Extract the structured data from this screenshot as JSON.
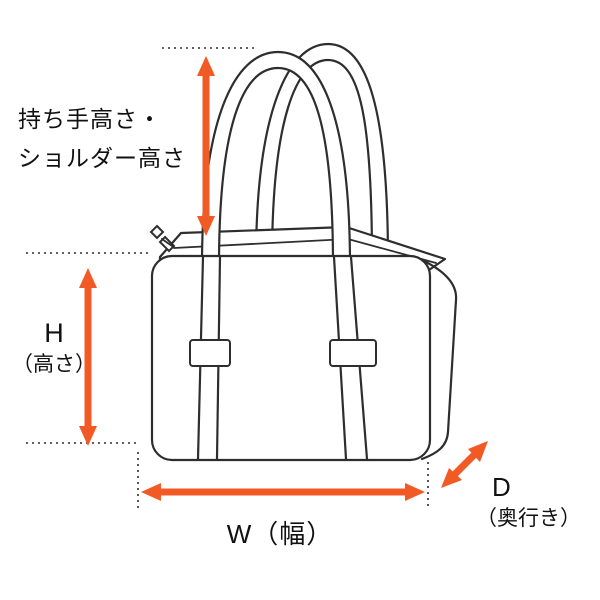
{
  "colors": {
    "arrow": "#F15A24",
    "line": "#2E2E2E",
    "background": "#FFFFFF",
    "text": "#111111"
  },
  "labels": {
    "handle_height": {
      "line1": "持ち手高さ・",
      "line2": "ショルダー高さ"
    },
    "height": {
      "symbol": "H",
      "name": "（高さ）"
    },
    "width": {
      "text": "W（幅）"
    },
    "depth": {
      "symbol": "D",
      "name": "（奥行き）"
    }
  }
}
